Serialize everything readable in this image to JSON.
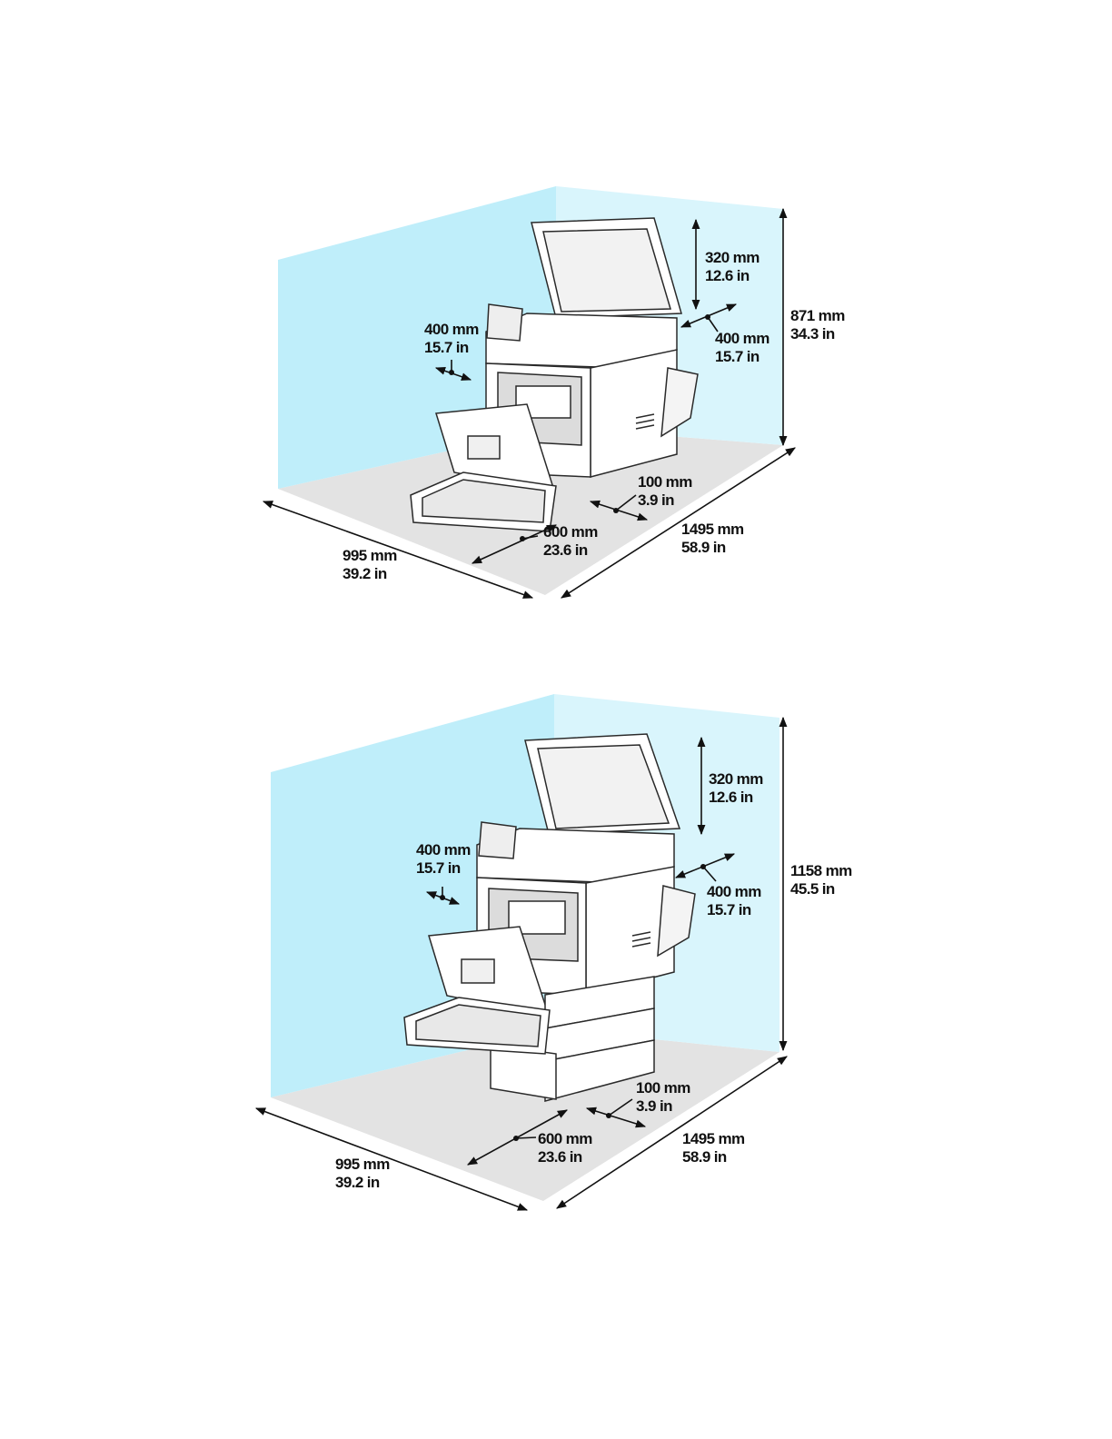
{
  "diagrams": [
    {
      "name": "single-tray",
      "labels": {
        "top_clearance": {
          "mm": "320 mm",
          "in": "12.6 in"
        },
        "left_clearance": {
          "mm": "400 mm",
          "in": "15.7 in"
        },
        "right_clearance": {
          "mm": "400 mm",
          "in": "15.7 in"
        },
        "total_height": {
          "mm": "871 mm",
          "in": "34.3 in"
        },
        "rear_clearance": {
          "mm": "100 mm",
          "in": "3.9 in"
        },
        "front_clearance": {
          "mm": "600 mm",
          "in": "23.6 in"
        },
        "width": {
          "mm": "995 mm",
          "in": "39.2 in"
        },
        "depth": {
          "mm": "1495 mm",
          "in": "58.9 in"
        }
      }
    },
    {
      "name": "multi-tray",
      "labels": {
        "top_clearance": {
          "mm": "320 mm",
          "in": "12.6 in"
        },
        "left_clearance": {
          "mm": "400 mm",
          "in": "15.7 in"
        },
        "right_clearance": {
          "mm": "400 mm",
          "in": "15.7 in"
        },
        "total_height": {
          "mm": "1158 mm",
          "in": "45.5 in"
        },
        "rear_clearance": {
          "mm": "100 mm",
          "in": "3.9 in"
        },
        "front_clearance": {
          "mm": "600 mm",
          "in": "23.6 in"
        },
        "width": {
          "mm": "995 mm",
          "in": "39.2 in"
        },
        "depth": {
          "mm": "1495 mm",
          "in": "58.9 in"
        }
      }
    }
  ],
  "colors": {
    "wall_left": "#bfeefa",
    "wall_back": "#d9f5fc",
    "floor": "#e3e3e3",
    "printer_line": "#2a2a2a",
    "printer_fill": "#ffffff",
    "printer_shade": "#dcdcdc"
  }
}
